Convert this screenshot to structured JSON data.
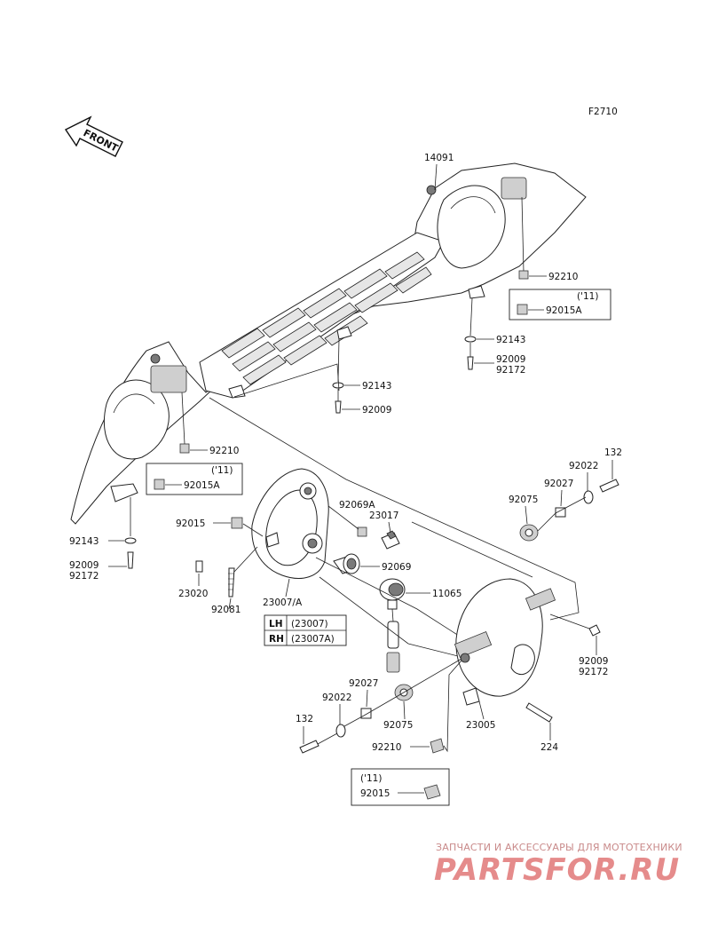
{
  "figure_code": "F2710",
  "front_label": "FRONT",
  "callouts": {
    "c14091": "14091",
    "c92210_top": "92210",
    "c11_top": "('11)",
    "c92015A_top": "92015A",
    "c92143_a": "92143",
    "c92009_a": "92009",
    "c92172_a": "92172",
    "c92143_b": "92143",
    "c92009_b": "92009",
    "c92210_left": "92210",
    "c11_left": "('11)",
    "c92015A_left": "92015A",
    "c92143_left": "92143",
    "c92009_left": "92009",
    "c92172_left": "92172",
    "c92015": "92015",
    "c92069A": "92069A",
    "c23017": "23017",
    "c92069": "92069",
    "c11065": "11065",
    "c23020": "23020",
    "c92081": "92081",
    "c23007A": "23007/A",
    "c132_right": "132",
    "c92022_right": "92022",
    "c92027_right": "92027",
    "c92075_right": "92075",
    "c92009_right": "92009",
    "c92172_right": "92172",
    "c92027_low": "92027",
    "c92022_low": "92022",
    "c92075_low": "92075",
    "c23005": "23005",
    "c132_low": "132",
    "c224": "224",
    "c92210_low": "92210",
    "c11_low": "('11)",
    "c92015_low": "92015"
  },
  "variant_table": {
    "rows": [
      {
        "side": "LH",
        "part": "(23007)"
      },
      {
        "side": "RH",
        "part": "(23007A)"
      }
    ]
  },
  "watermark": {
    "tagline": "ЗАПЧАСТИ И АКСЕССУАРЫ ДЛЯ МОТОТЕХНИКИ",
    "logo": "PARTSFOR.RU"
  },
  "colors": {
    "line": "#222222",
    "watermark": "#e58b8b"
  }
}
